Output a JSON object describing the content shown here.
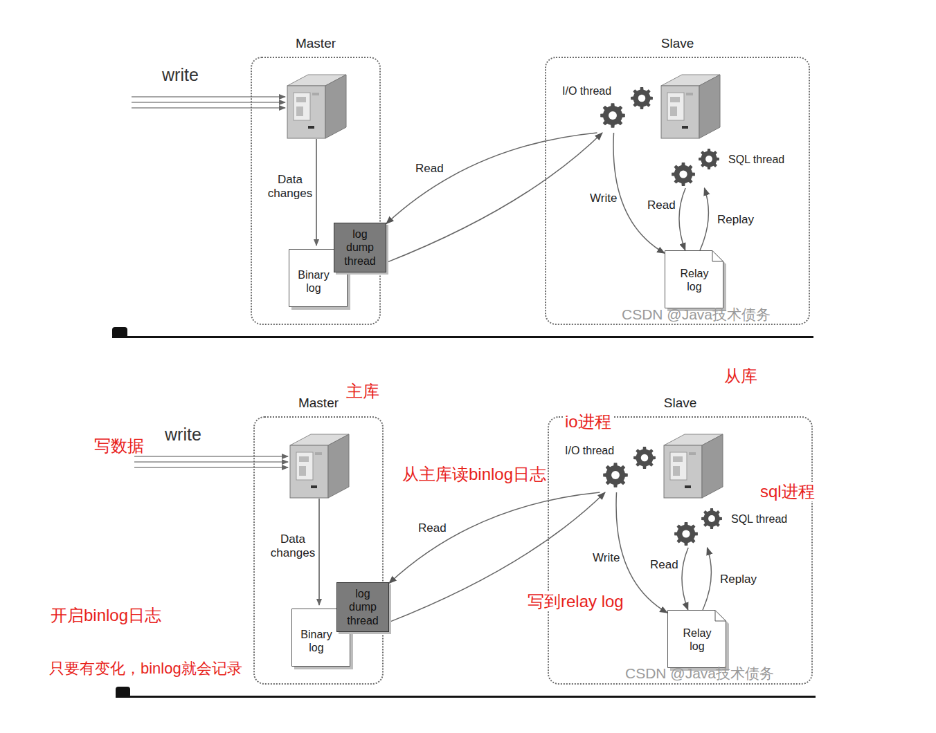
{
  "diagram": {
    "nodes": [
      {
        "text": [
          "Master"
        ]
      },
      {
        "text": [
          "Binary log"
        ],
        "in": 0
      },
      {
        "text": [
          "log dump thread"
        ],
        "in": 0
      },
      {
        "text": [
          "Slave"
        ]
      },
      {
        "text": [
          "I/O thread"
        ],
        "in": 3
      },
      {
        "text": [
          "SQL thread"
        ],
        "in": 3
      },
      {
        "text": [
          "Relay log"
        ],
        "in": 3
      },
      {
        "text": [
          "Master"
        ]
      },
      {
        "text": [
          "Binary log"
        ],
        "in": 7
      },
      {
        "text": [
          "log dump thread"
        ],
        "in": 7
      },
      {
        "text": [
          "Slave"
        ]
      },
      {
        "text": [
          "I/O thread"
        ],
        "in": 10
      },
      {
        "text": [
          "SQL thread"
        ],
        "in": 10
      },
      {
        "text": [
          "Relay log"
        ],
        "in": 10
      }
    ],
    "edges": [
      {
        "from": 4,
        "to": 2,
        "label": "Read",
        "arrow": "to"
      },
      {
        "from": 2,
        "to": 4,
        "arrow": "to"
      },
      {
        "from": 4,
        "to": 6,
        "label": "Write",
        "arrow": "to"
      },
      {
        "from": 5,
        "to": 6,
        "label": "Read",
        "arrow": "to"
      },
      {
        "from": 6,
        "to": 5,
        "label": "Replay",
        "arrow": "to"
      },
      {
        "from": 11,
        "to": 9,
        "label": "Read",
        "arrow": "to"
      },
      {
        "from": 9,
        "to": 11,
        "arrow": "to"
      },
      {
        "from": 11,
        "to": 13,
        "label": "Write",
        "arrow": "to"
      },
      {
        "from": 12,
        "to": 13,
        "label": "Read",
        "arrow": "to"
      },
      {
        "from": 13,
        "to": 12,
        "label": "Replay",
        "arrow": "to"
      }
    ],
    "labels": [
      "write",
      "Data changes",
      "CSDN @Java技术债务",
      "write",
      "Data changes",
      "CSDN @Java技术债务",
      "主库",
      "从库",
      "写数据",
      "io进程",
      "从主库读binlog日志",
      "sql进程",
      "写到relay log",
      "开启binlog日志",
      "只要有变化，binlog就会记录"
    ]
  }
}
